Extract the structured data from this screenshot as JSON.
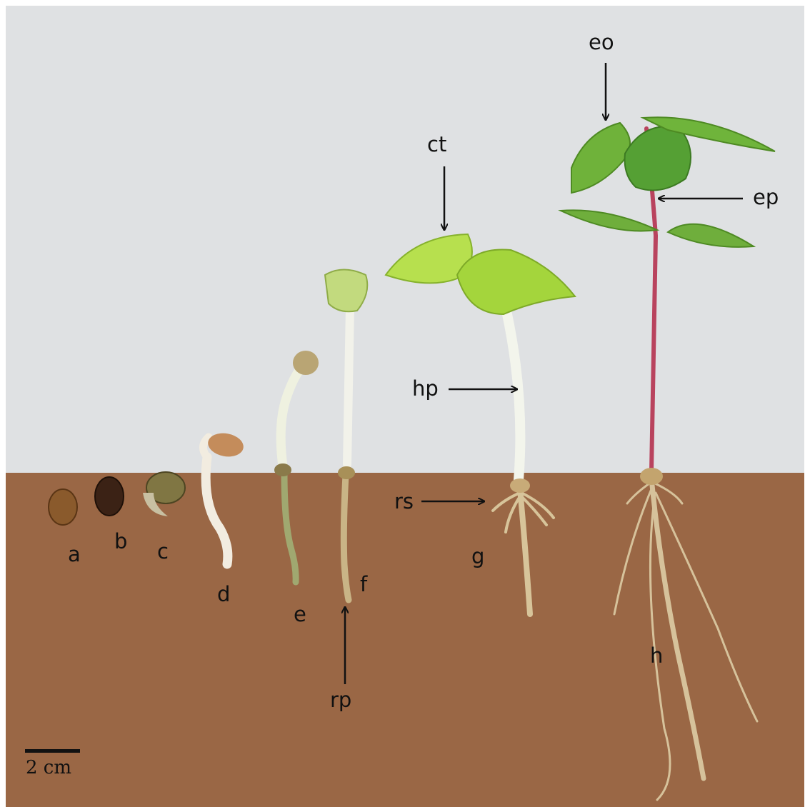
{
  "figure": {
    "background_colors": {
      "sky": "#dfe1e3",
      "soil": "#9a6745"
    },
    "stage_labels": [
      "a",
      "b",
      "c",
      "d",
      "e",
      "f",
      "g",
      "h"
    ],
    "part_labels": {
      "eo": "eo",
      "ep": "ep",
      "ct": "ct",
      "hp": "hp",
      "rs": "rs",
      "rp": "rp"
    },
    "scale_bar": {
      "label": "2 cm"
    }
  }
}
